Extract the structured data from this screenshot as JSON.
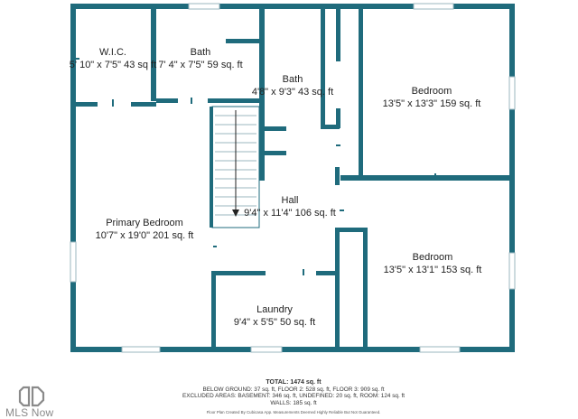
{
  "rooms": {
    "wic": {
      "name": "W.I.C.",
      "dims": "5' 10\" x 7'5\" 43 sq ft"
    },
    "bath1": {
      "name": "Bath",
      "dims": "7' 4\" x 7'5\" 59 sq. ft"
    },
    "bath2": {
      "name": "Bath",
      "dims": "4'8\" x 9'3\" 43 sq. ft"
    },
    "bedroom1": {
      "name": "Bedroom",
      "dims": "13'5\" x 13'3\" 159 sq. ft"
    },
    "hall": {
      "name": "Hall",
      "dims": "9'4\" x 11'4\" 106 sq. ft"
    },
    "primary": {
      "name": "Primary Bedroom",
      "dims": "10'7\" x 19'0\" 201 sq. ft"
    },
    "bedroom2": {
      "name": "Bedroom",
      "dims": "13'5\" x 13'1\" 153 sq. ft"
    },
    "laundry": {
      "name": "Laundry",
      "dims": "9'4\" x 5'5\" 50 sq. ft"
    }
  },
  "summary": {
    "total": "TOTAL: 1474 sq. ft",
    "line1": "BELOW GROUND: 37 sq. ft, FLOOR 2: 528 sq. ft, FLOOR 3: 909 sq. ft",
    "line2": "EXCLUDED AREAS: BASEMENT: 346 sq. ft, UNDEFINED: 20 sq. ft, ROOM: 124 sq. ft",
    "line3": "WALLS: 185 sq. ft"
  },
  "credit": "Floor Plan Created By Cubicasa App. Measurements Deemed Highly Reliable But Not Guaranteed.",
  "logo": {
    "text": "MLS Now"
  },
  "colors": {
    "wall": "#1f6b7c",
    "text": "#222222",
    "logo": "#8a8a8a"
  }
}
